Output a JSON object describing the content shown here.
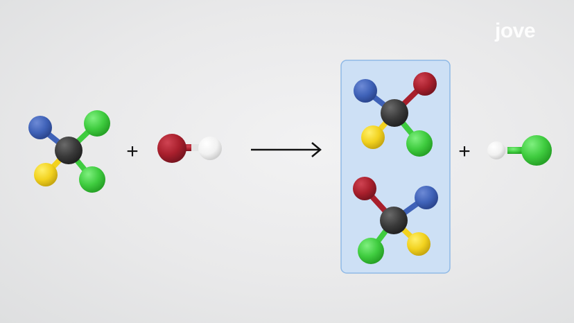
{
  "logo_text": "jove",
  "operators": {
    "plus_1": "+",
    "plus_2": "+"
  },
  "colors": {
    "carbon": "#3a3a3a",
    "blue_atom": "#3f62b8",
    "green_atom": "#3fcc3f",
    "yellow_atom": "#f2d21f",
    "red_atom": "#a81f2c",
    "white_atom": "#f3f3f3",
    "product_box_fill": "#cde0f5",
    "product_box_border": "#8fb9e6",
    "logo": "#ffffff"
  },
  "molecules": [
    {
      "id": "reactant-chiral-molecule",
      "atoms": [
        "carbon",
        "blue_atom",
        "green_atom",
        "green_atom",
        "yellow_atom"
      ]
    },
    {
      "id": "reactant-diatomic-molecule",
      "atoms": [
        "red_atom",
        "white_atom"
      ]
    },
    {
      "id": "product-molecule-1",
      "atoms": [
        "carbon",
        "blue_atom",
        "red_atom",
        "yellow_atom",
        "green_atom"
      ]
    },
    {
      "id": "product-molecule-2",
      "atoms": [
        "carbon",
        "red_atom",
        "blue_atom",
        "green_atom",
        "yellow_atom"
      ]
    },
    {
      "id": "product-diatomic-molecule",
      "atoms": [
        "white_atom",
        "green_atom"
      ]
    }
  ]
}
